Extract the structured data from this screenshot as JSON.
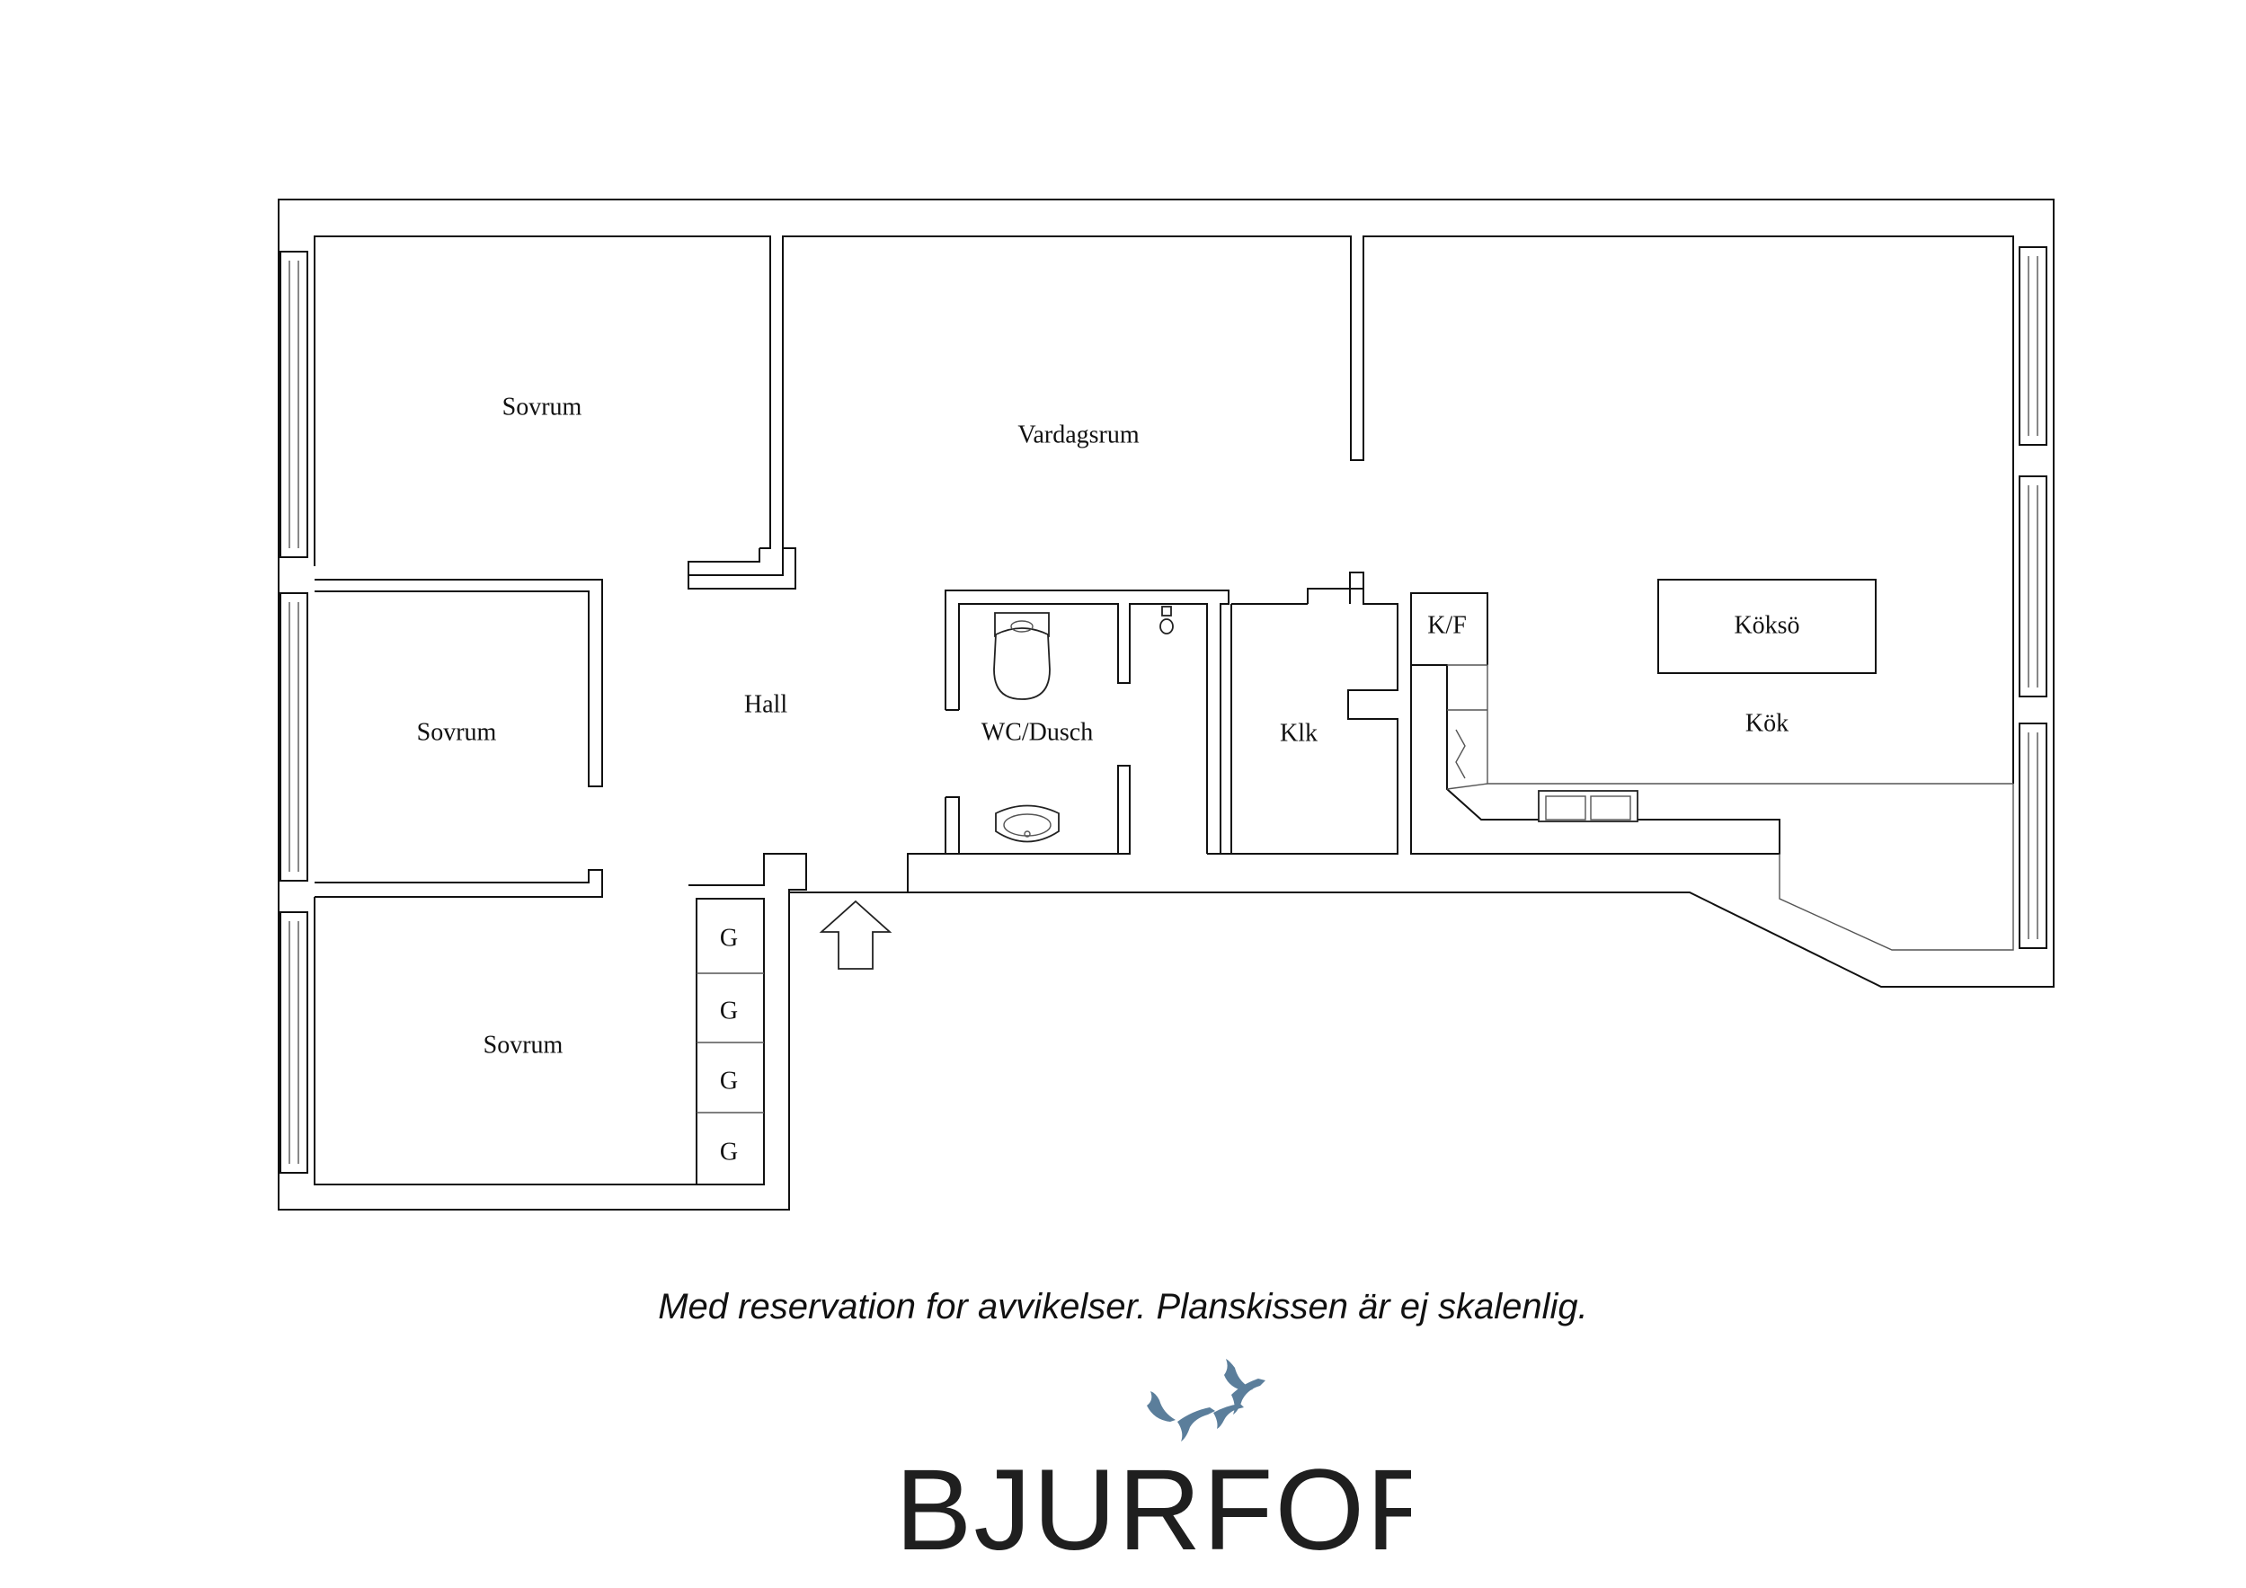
{
  "rooms": {
    "bedroom_1": "Sovrum",
    "bedroom_2": "Sovrum",
    "bedroom_3": "Sovrum",
    "living_room": "Vardagsrum",
    "hall": "Hall",
    "bathroom": "WC/Dusch",
    "walk_in_closet": "Klk",
    "fridge_freezer": "K/F",
    "kitchen_island": "Köksö",
    "kitchen": "Kök"
  },
  "wardrobes": [
    "G",
    "G",
    "G",
    "G"
  ],
  "disclaimer": "Med reservation for avvikelser. Planskissen är ej skalenlig.",
  "logo": {
    "brand_name": "BJURFORS",
    "brand_color": "#5b7e9b",
    "icon": "flying-geese-icon"
  }
}
